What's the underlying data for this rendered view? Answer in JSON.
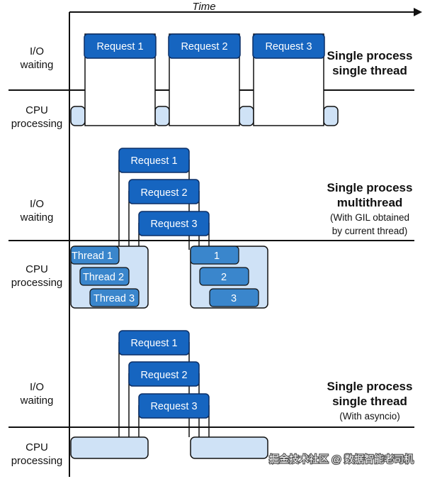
{
  "axis": {
    "time_label": "Time"
  },
  "row_labels": {
    "io_line1": "I/O",
    "io_line2": "waiting",
    "cpu_line1": "CPU",
    "cpu_line2": "processing"
  },
  "sections": [
    {
      "title_lines": [
        "Single process",
        "single thread"
      ],
      "subtitle_lines": [],
      "requests": [
        "Request 1",
        "Request 2",
        "Request 3"
      ]
    },
    {
      "title_lines": [
        "Single process",
        "multithread"
      ],
      "subtitle_lines": [
        "(With GIL obtained",
        "by current thread)"
      ],
      "requests": [
        "Request 1",
        "Request 2",
        "Request 3"
      ],
      "threads_left": [
        "Thread 1",
        "Thread 2",
        "Thread 3"
      ],
      "threads_right": [
        "1",
        "2",
        "3"
      ]
    },
    {
      "title_lines": [
        "Single process",
        "single thread"
      ],
      "subtitle_lines": [
        "(With asyncio)"
      ],
      "requests": [
        "Request 1",
        "Request 2",
        "Request 3"
      ]
    }
  ],
  "watermark": "掘金技术社区 @ 数据智能老司机",
  "colors": {
    "box_blue": "#1665c0",
    "box_stroke": "#0c2f66",
    "light_blue": "#cfe2f6",
    "mid_blue": "#3a86cc",
    "line": "#111111"
  }
}
